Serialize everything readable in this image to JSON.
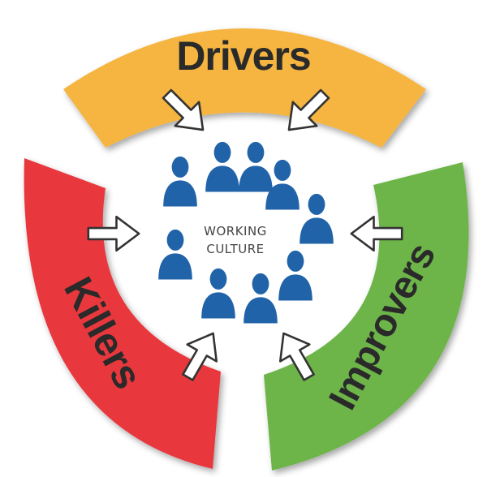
{
  "segments": {
    "drivers": {
      "label": "Drivers",
      "color": "#f5b53f"
    },
    "killers": {
      "label": "Killers",
      "color": "#e8383d"
    },
    "improvers": {
      "label": "Improvers",
      "color": "#6db549"
    }
  },
  "center": {
    "line1": "WORKING",
    "line2": "CULTURE",
    "people_color": "#2163a8"
  },
  "arrows": {
    "color": "#ffffff",
    "outline": "#333333"
  }
}
